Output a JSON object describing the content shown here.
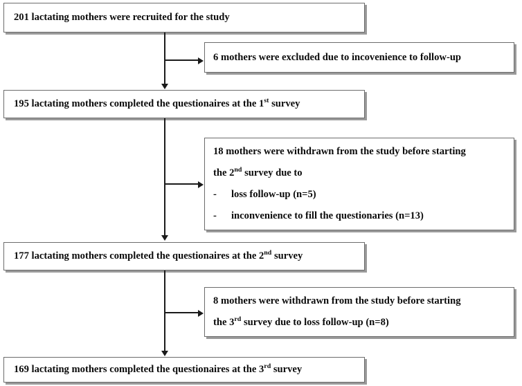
{
  "diagram": {
    "type": "flowchart",
    "title": "Participant flow diagram of lactating mothers study",
    "stroke_color": "#6b6b6b",
    "connector_color": "#1a1a1a",
    "text_color": "#0b0b0b",
    "background": "#ffffff"
  },
  "main_boxes": [
    {
      "id": "recruited",
      "count": "201",
      "text_before": "201 lactating mothers were recruited for the study",
      "sup": "",
      "text_after": ""
    },
    {
      "id": "survey1-completed",
      "count": "195",
      "text_before": "195 lactating mothers completed the questionaires at the 1",
      "sup": "st",
      "text_after": " survey"
    },
    {
      "id": "survey2-completed",
      "count": "177",
      "text_before": "177 lactating mothers completed the questionaires at the 2",
      "sup": "nd",
      "text_after": " survey"
    },
    {
      "id": "survey3-completed",
      "count": "169",
      "text_before": "169 lactating mothers completed the questionaires at the 3",
      "sup": "rd",
      "text_after": " survey"
    }
  ],
  "side_boxes": [
    {
      "id": "excluded",
      "count": "6",
      "lines": [
        {
          "text_before": "6 mothers were excluded due to incovenience to follow-up",
          "sup": "",
          "text_after": ""
        }
      ],
      "bullets": []
    },
    {
      "id": "withdrawn-before-survey2",
      "count": "18",
      "lines": [
        {
          "text_before": "18 mothers were withdrawn from the study before starting",
          "sup": "",
          "text_after": ""
        },
        {
          "text_before": "the 2",
          "sup": "nd",
          "text_after": " survey due to"
        }
      ],
      "bullets": [
        {
          "dash": "-",
          "text": "loss follow-up (n=5)"
        },
        {
          "dash": "-",
          "text": "inconvenience to fill the questionaries (n=13)"
        }
      ]
    },
    {
      "id": "withdrawn-before-survey3",
      "count": "8",
      "lines": [
        {
          "text_before": "8 mothers were withdrawn from the study before starting",
          "sup": "",
          "text_after": ""
        },
        {
          "text_before": "the 3",
          "sup": "rd",
          "text_after": " survey due to loss follow-up (n=8)"
        }
      ],
      "bullets": []
    }
  ]
}
